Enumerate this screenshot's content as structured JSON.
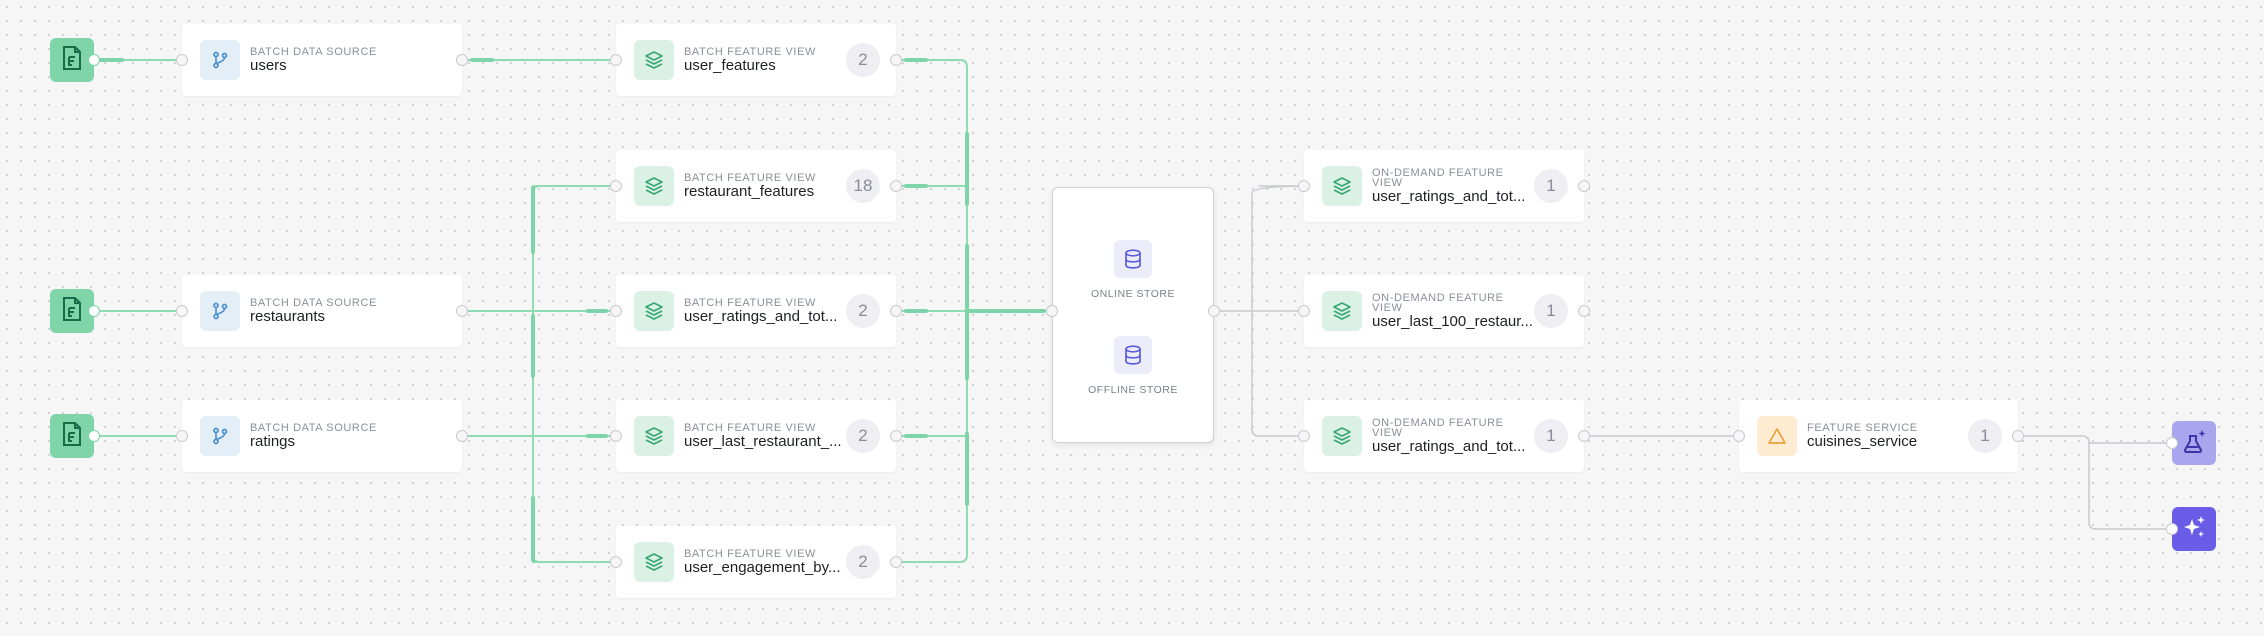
{
  "data_sources": [
    {
      "kind": "BATCH DATA SOURCE",
      "name": "users",
      "icon": "git-branch-icon"
    },
    {
      "kind": "BATCH DATA SOURCE",
      "name": "restaurants",
      "icon": "git-branch-icon"
    },
    {
      "kind": "BATCH DATA SOURCE",
      "name": "ratings",
      "icon": "git-branch-icon"
    }
  ],
  "feature_views": [
    {
      "kind": "BATCH FEATURE VIEW",
      "name": "user_features",
      "count": "2",
      "icon": "layers-icon"
    },
    {
      "kind": "BATCH FEATURE VIEW",
      "name": "restaurant_features",
      "count": "18",
      "icon": "layers-icon"
    },
    {
      "kind": "BATCH FEATURE VIEW",
      "name": "user_ratings_and_tot...",
      "count": "2",
      "icon": "layers-icon"
    },
    {
      "kind": "BATCH FEATURE VIEW",
      "name": "user_last_restaurant_...",
      "count": "2",
      "icon": "layers-icon"
    },
    {
      "kind": "BATCH FEATURE VIEW",
      "name": "user_engagement_by...",
      "count": "2",
      "icon": "layers-icon"
    }
  ],
  "stores": {
    "online": {
      "label": "ONLINE STORE",
      "icon": "database-icon"
    },
    "offline": {
      "label": "OFFLINE STORE",
      "icon": "database-icon"
    }
  },
  "on_demand_views": [
    {
      "kind": "ON-DEMAND FEATURE VIEW",
      "name": "user_ratings_and_tot...",
      "count": "1",
      "icon": "layers-icon"
    },
    {
      "kind": "ON-DEMAND FEATURE VIEW",
      "name": "user_last_100_restaur...",
      "count": "1",
      "icon": "layers-icon"
    },
    {
      "kind": "ON-DEMAND FEATURE VIEW",
      "name": "user_ratings_and_tot...",
      "count": "1",
      "icon": "layers-icon"
    }
  ],
  "feature_service": {
    "kind": "FEATURE SERVICE",
    "name": "cuisines_service",
    "count": "1",
    "icon": "warning-triangle-icon"
  },
  "file_nodes": [
    "file-icon",
    "file-icon",
    "file-icon"
  ],
  "end_nodes": [
    "flask-sparkle-icon",
    "sparkles-icon"
  ],
  "colors": {
    "edge": "#8fdcb3",
    "edge_thick": "#7dd4a8",
    "edge_gray": "#c7c9cd",
    "file_node": "#7fd4a8",
    "ds_icon": "#4d92cf",
    "fv_icon": "#37a872",
    "fs_icon": "#eaa23a",
    "store_icon": "#5a5fd9",
    "end_node_light": "#a9a6ee",
    "end_node_dark": "#6b5ce7"
  }
}
